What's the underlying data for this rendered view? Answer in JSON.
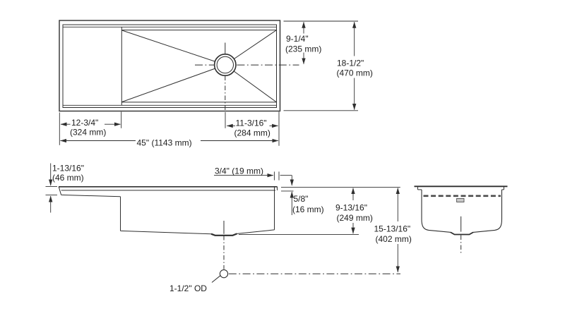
{
  "drawing": {
    "background": "#ffffff",
    "line_color": "#2f2f2f",
    "text_color": "#1c1c1c",
    "top_view": {
      "overall_width_label": "45\" (1143 mm)",
      "drainboard_width_in": "12-3/4\"",
      "drainboard_width_mm": "(324 mm)",
      "drain_offset_right_in": "11-3/16\"",
      "drain_offset_right_mm": "(284 mm)",
      "drain_from_top_in": "9-1/4\"",
      "drain_from_top_mm": "(235 mm)",
      "overall_depth_in": "18-1/2\"",
      "overall_depth_mm": "(470 mm)"
    },
    "front_view": {
      "left_lip_in": "1-13/16\"",
      "left_lip_mm": "(46 mm)",
      "rim_overhang_label": "3/4\" (19 mm)",
      "rim_thickness_in": "5/8\"",
      "rim_thickness_mm": "(16 mm)",
      "bowl_depth_in": "9-13/16\"",
      "bowl_depth_mm": "(249 mm)",
      "drain_centerline_in": "15-13/16\"",
      "drain_centerline_mm": "(402 mm)",
      "drain_outlet_label": "1-1/2\" OD"
    }
  }
}
